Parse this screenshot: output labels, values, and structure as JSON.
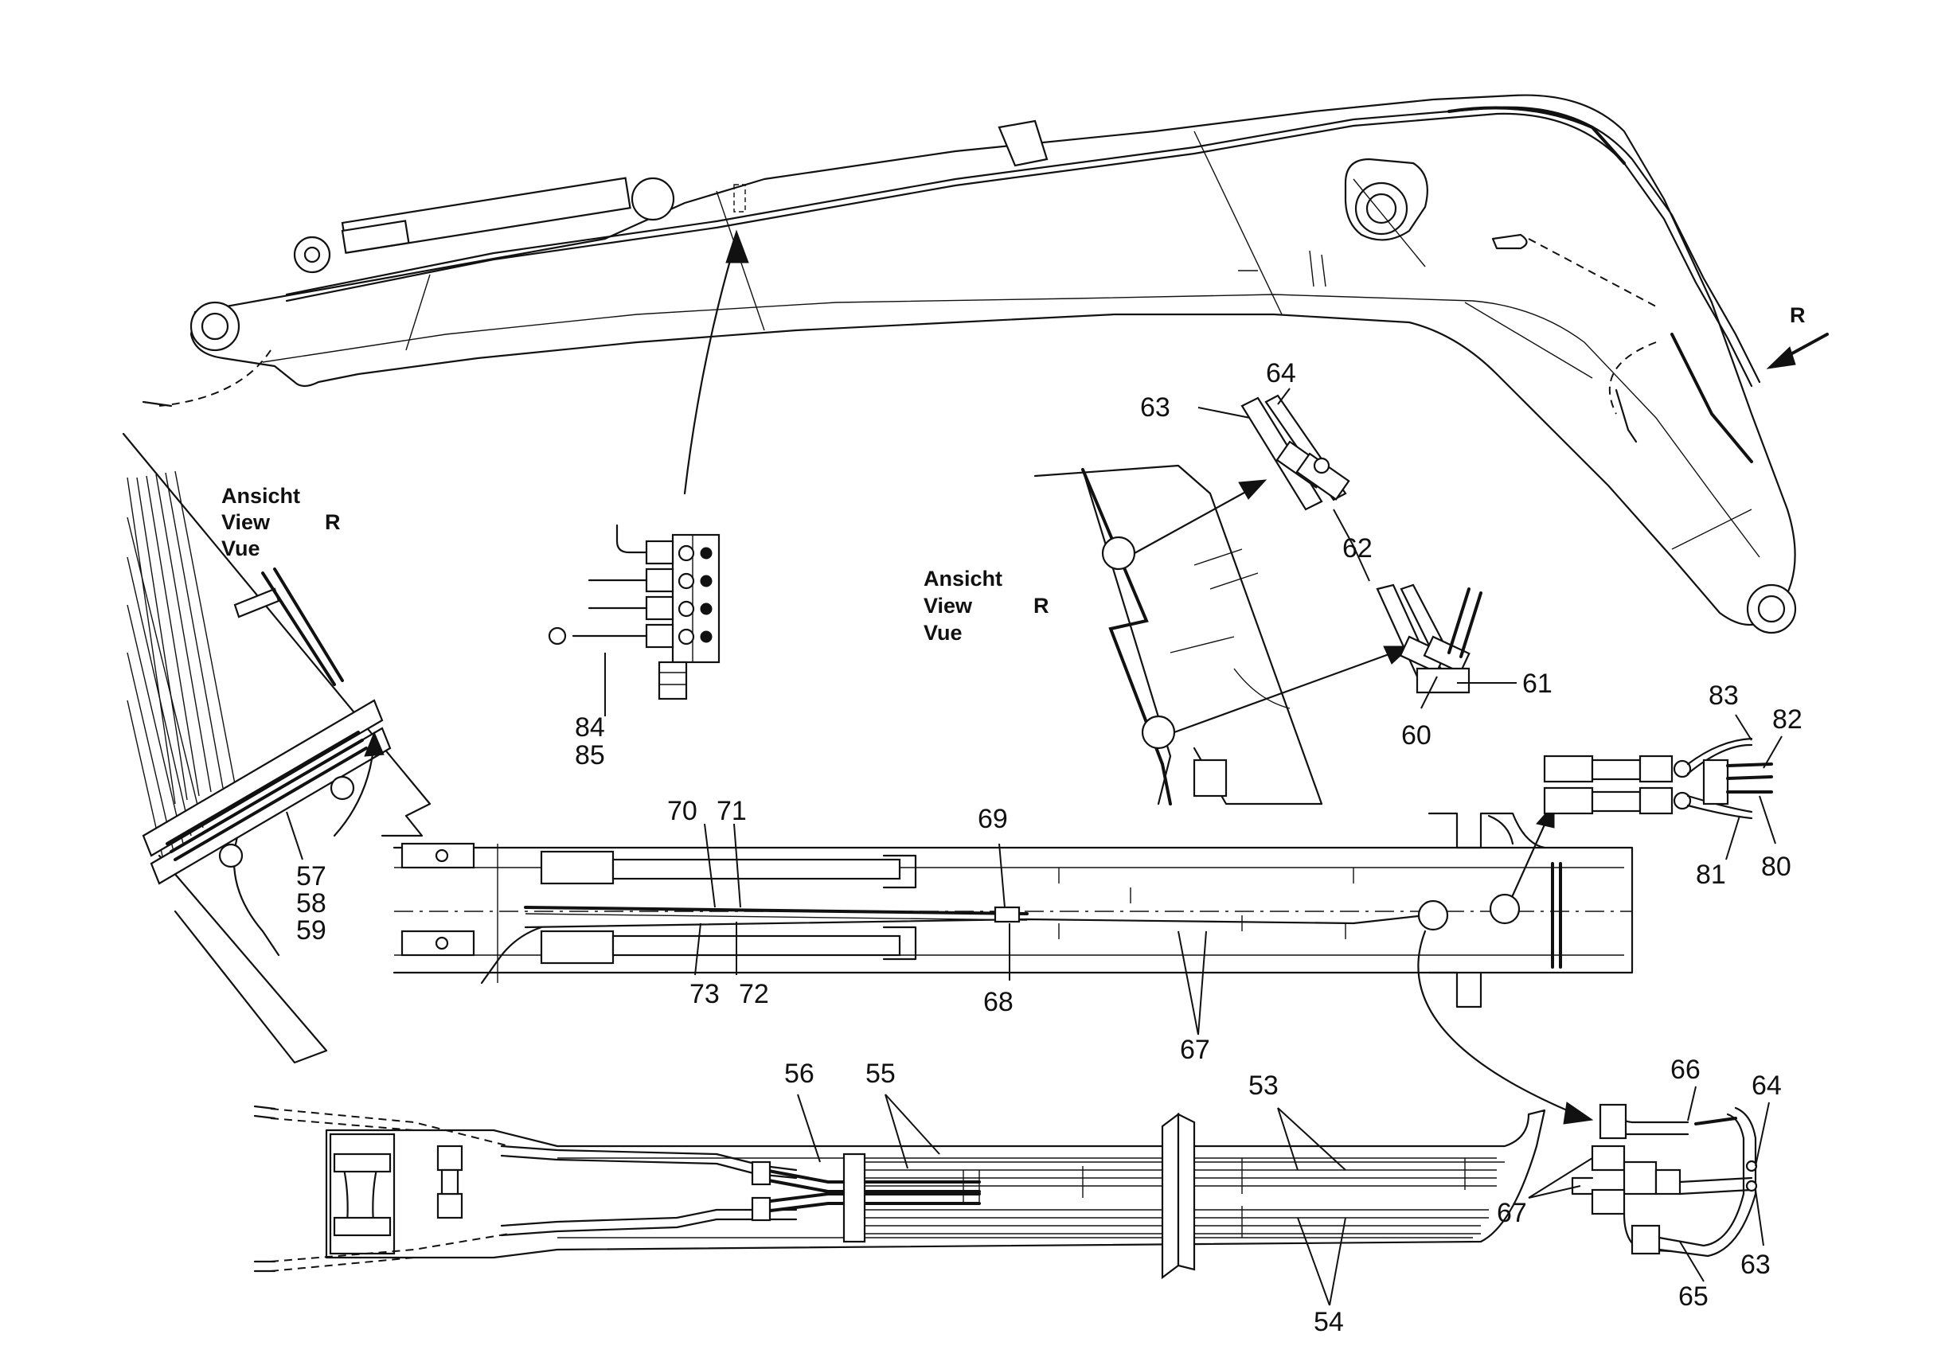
{
  "diagram": {
    "views": {
      "view_r_left": [
        "Ansicht",
        "View",
        "R",
        "Vue"
      ],
      "view_r_mid": [
        "Ansicht",
        "View",
        "R",
        "Vue"
      ],
      "direction_marker": "R"
    },
    "callouts": {
      "c53": "53",
      "c54": "54",
      "c55": "55",
      "c56": "56",
      "c57": "57",
      "c58": "58",
      "c59": "59",
      "c60": "60",
      "c61": "61",
      "c62": "62",
      "c63a": "63",
      "c64a": "64",
      "c63b": "63",
      "c64b": "64",
      "c65": "65",
      "c66": "66",
      "c67a": "67",
      "c67b": "67",
      "c68": "68",
      "c69": "69",
      "c70": "70",
      "c71": "71",
      "c72": "72",
      "c73": "73",
      "c80": "80",
      "c81": "81",
      "c82": "82",
      "c83": "83",
      "c84": "84",
      "c85": "85"
    }
  }
}
